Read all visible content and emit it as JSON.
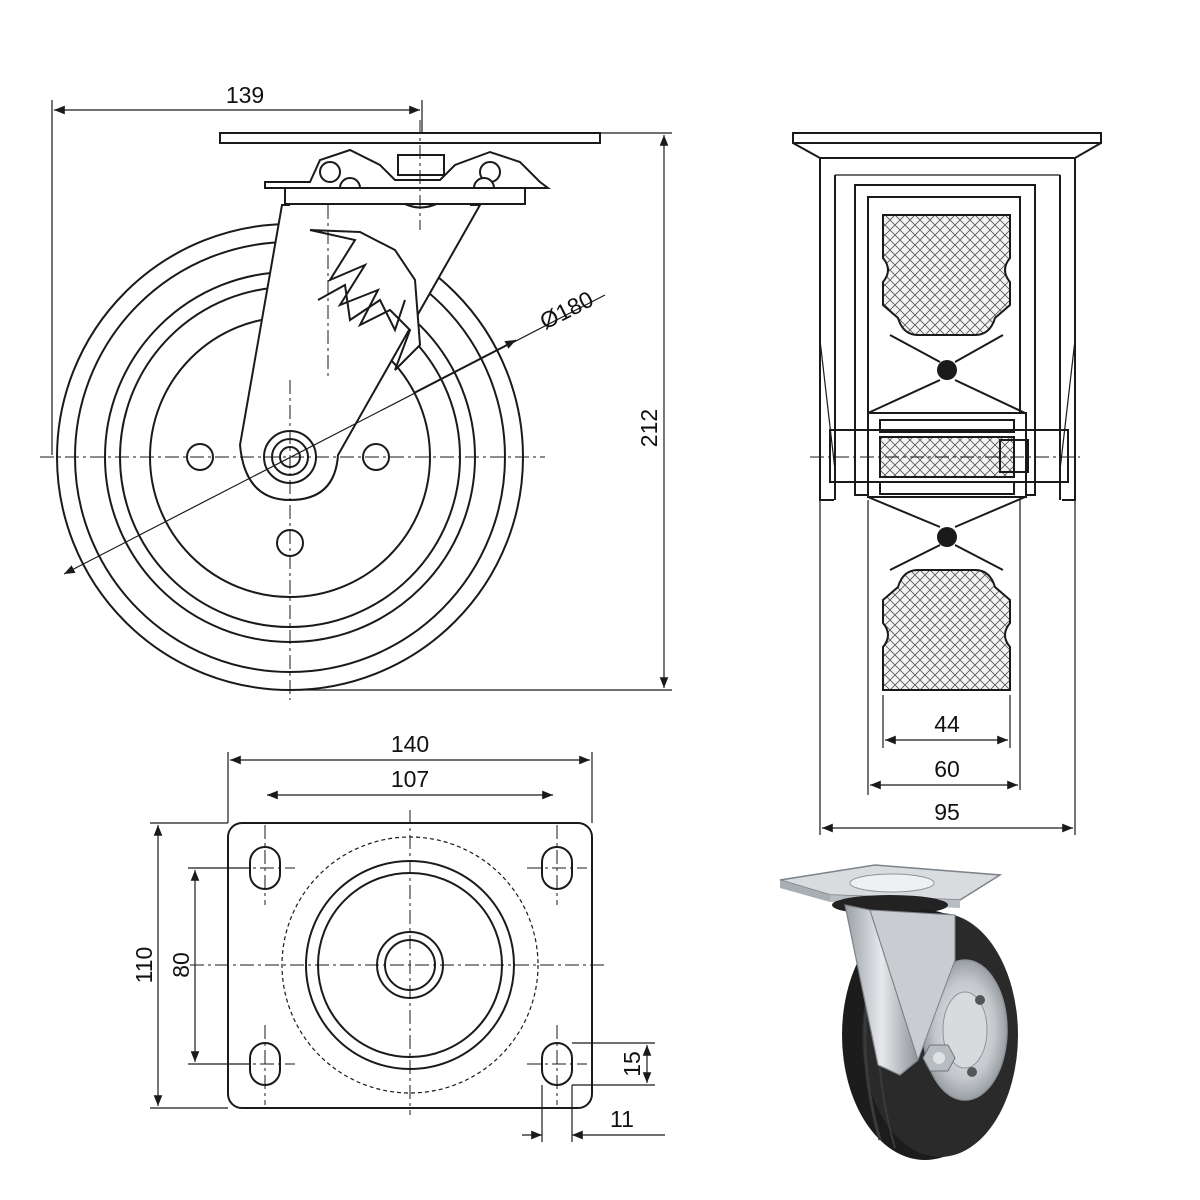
{
  "dimensions": {
    "overall_width": "139",
    "wheel_diameter": "Ø180",
    "overall_height": "212",
    "tyre_width": "44",
    "wheel_width": "60",
    "fork_width": "95",
    "plate_length": "140",
    "hole_spacing_length": "107",
    "plate_width": "110",
    "hole_spacing_width": "80",
    "slot_length": "15",
    "slot_width": "11"
  },
  "colors": {
    "line": "#1a1a1a",
    "tyre": "#1c1c1c",
    "metal": "#c9ccd1",
    "metal_dark": "#8e949b"
  }
}
